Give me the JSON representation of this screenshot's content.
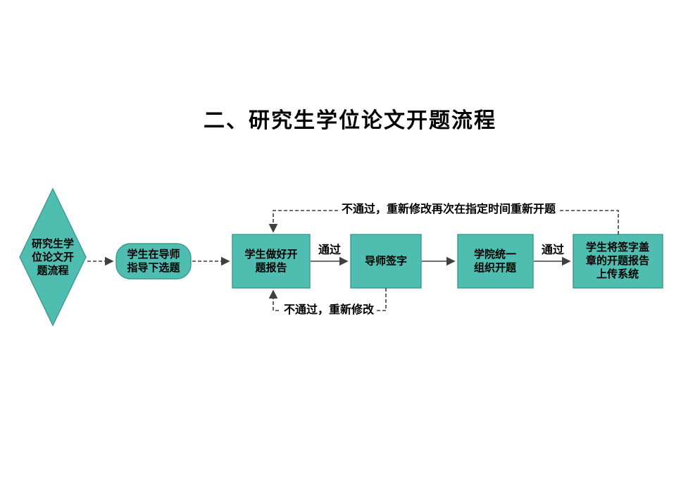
{
  "title": "二、研究生学位论文开题流程",
  "flowchart": {
    "nodes": {
      "start": {
        "label": "研究生学\n位论文开\n题流程"
      },
      "select_topic": {
        "label": "学生在导师\n指导下选题"
      },
      "prepare_report": {
        "label": "学生做好开\n题报告"
      },
      "advisor_sign": {
        "label": "导师签字"
      },
      "college_organize": {
        "label": "学院统一\n组织开题"
      },
      "upload_report": {
        "label": "学生将签字盖\n章的开题报告\n上传系统"
      }
    },
    "edge_labels": {
      "pass_1": "通过",
      "pass_2": "通过",
      "fail_retry": "不通过，重新修改再次在指定时间重新开题",
      "fail_revise": "不通过，重新修改"
    },
    "colors": {
      "node_fill": "#4fbdb0",
      "node_stroke": "#3a9a8d",
      "arrow": "#3f3f3f",
      "text": "#000000"
    }
  }
}
